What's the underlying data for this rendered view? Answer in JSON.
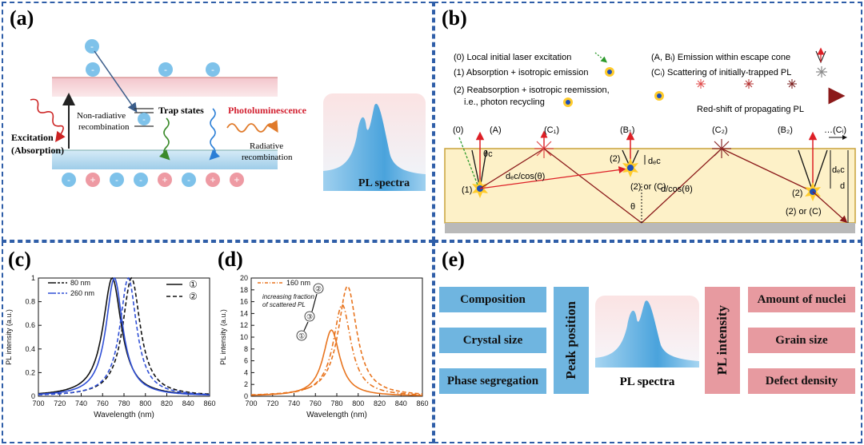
{
  "panel_labels": {
    "a": "(a)",
    "b": "(b)",
    "c": "(c)",
    "d": "(d)",
    "e": "(e)"
  },
  "panel_a": {
    "excitation": "Excitation",
    "absorption": "(Absorption)",
    "nonrad1": "Non-radiative",
    "nonrad2": "recombination",
    "trap": "Trap states",
    "photolum": "Photoluminescence",
    "rad1": "Radiative",
    "rad2": "recombination",
    "spectra": "PL spectra",
    "minus": "-",
    "plus": "+"
  },
  "panel_b": {
    "legend0": "(0) Local initial laser excitation",
    "legend1": "(1) Absorption + isotropic emission",
    "legend2a": "(2) Reabsorption + isotropic reemission,",
    "legend2b": "i.e., photon recycling",
    "legendA": "(A, Bᵢ) Emission within escape cone",
    "legendC": "(Cᵢ) Scattering of initially-trapped PL",
    "redshift": "Red-shift of propagating PL",
    "top_labels": [
      "(0)",
      "(A)",
      "(C₁)",
      "(B₁)",
      "(C₂)",
      "(B₂)",
      "…(Cᵢ)"
    ],
    "theta_c": "θc",
    "dec_cos": "dₑc/cos(θ)",
    "d_cos": "d/cos(θ)",
    "theta": "θ",
    "dec": "dₑc",
    "d": "d",
    "n1": "(1)",
    "n2": "(2)",
    "or_c": "(2) or (C)"
  },
  "panel_e": {
    "left": [
      "Composition",
      "Crystal size",
      "Phase segregation"
    ],
    "peak": "Peak position",
    "spectra": "PL spectra",
    "intensity": "PL intensity",
    "right": [
      "Amount of nuclei",
      "Grain size",
      "Defect density"
    ]
  },
  "chart_data": [
    {
      "type": "line",
      "xlabel": "Wavelength (nm)",
      "ylabel": "PL intensity (a.u.)",
      "xlim": [
        700,
        860
      ],
      "ylim": [
        0,
        1
      ],
      "xticks": [
        700,
        720,
        740,
        760,
        780,
        800,
        820,
        840,
        860
      ],
      "yticks": [
        "0",
        "0.2",
        "0.4",
        "0.6",
        "0.8",
        "1"
      ],
      "legend": [
        {
          "label": "80 nm",
          "color": "#111111"
        },
        {
          "label": "260 nm",
          "color": "#2f4fd6"
        }
      ],
      "style_legend": [
        {
          "label": "①",
          "dash": "solid"
        },
        {
          "label": "②",
          "dash": "dashed"
        }
      ],
      "series": [
        {
          "name": "80 nm ①",
          "color": "#111111",
          "dash": "solid",
          "peak": 769,
          "width": 20,
          "amp": 1.0
        },
        {
          "name": "80 nm ②",
          "color": "#111111",
          "dash": "dashed",
          "peak": 787,
          "width": 19,
          "amp": 1.0
        },
        {
          "name": "260 nm ①",
          "color": "#2f4fd6",
          "dash": "solid",
          "peak": 771,
          "width": 18,
          "amp": 1.0
        },
        {
          "name": "260 nm ②",
          "color": "#2f4fd6",
          "dash": "dashed",
          "peak": 784,
          "width": 18,
          "amp": 1.0
        }
      ]
    },
    {
      "type": "line",
      "xlabel": "Wavelength (nm)",
      "ylabel": "PL intensity (a.u.)",
      "xlim": [
        700,
        860
      ],
      "ylim": [
        0,
        20
      ],
      "xticks": [
        700,
        720,
        740,
        760,
        780,
        800,
        820,
        840,
        860
      ],
      "yticks": [
        "0",
        "2",
        "4",
        "6",
        "8",
        "10",
        "12",
        "14",
        "16",
        "18",
        "20"
      ],
      "legend": [
        {
          "label": "160 nm",
          "color": "#e8741e"
        }
      ],
      "annotation": "increasing fraction of scattered PL",
      "annotation_lines": [
        "increasing fraction",
        "of scattered PL"
      ],
      "markers": [
        "①",
        "③",
        "②"
      ],
      "series": [
        {
          "name": "①",
          "color": "#e8741e",
          "dash": "solid",
          "peak": 775,
          "width": 18,
          "amp": 11.2
        },
        {
          "name": "③",
          "color": "#e8741e",
          "dash": "dashdot",
          "peak": 785,
          "width": 19,
          "amp": 15.5
        },
        {
          "name": "②",
          "color": "#e8741e",
          "dash": "dashed",
          "peak": 790,
          "width": 20,
          "amp": 18.6
        }
      ]
    }
  ]
}
